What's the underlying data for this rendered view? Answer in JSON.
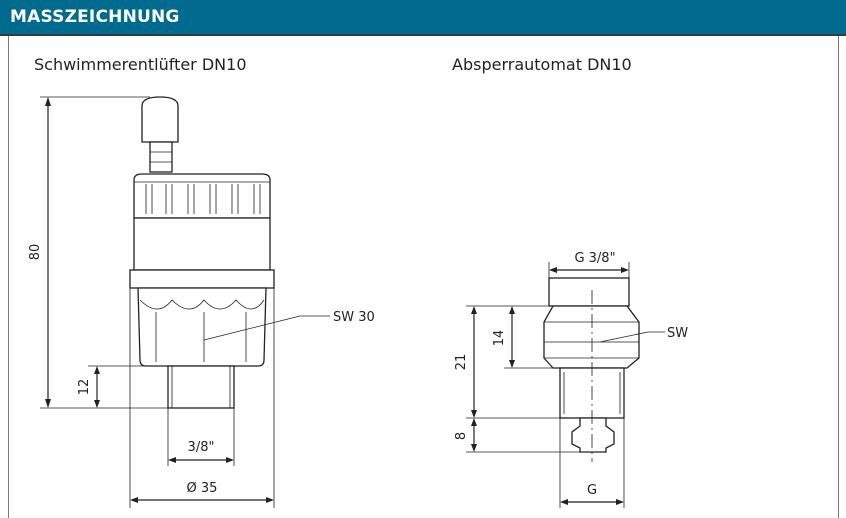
{
  "header": {
    "title": "MASSZEICHNUNG",
    "background": "#006b8f"
  },
  "left_drawing": {
    "caption": "Schwimmerentlüfter DN10",
    "dim_height": "80",
    "dim_thread_len": "12",
    "dim_thread": "3/8\"",
    "dim_diameter": "Ø 35",
    "label_wrench": "SW 30"
  },
  "right_drawing": {
    "caption": "Absperrautomat DN10",
    "dim_top_thread": "G 3/8\"",
    "dim_hex_height": "14",
    "dim_body_height": "21",
    "dim_bottom": "8",
    "label_wrench": "SW",
    "dim_bottom_thread": "G"
  }
}
